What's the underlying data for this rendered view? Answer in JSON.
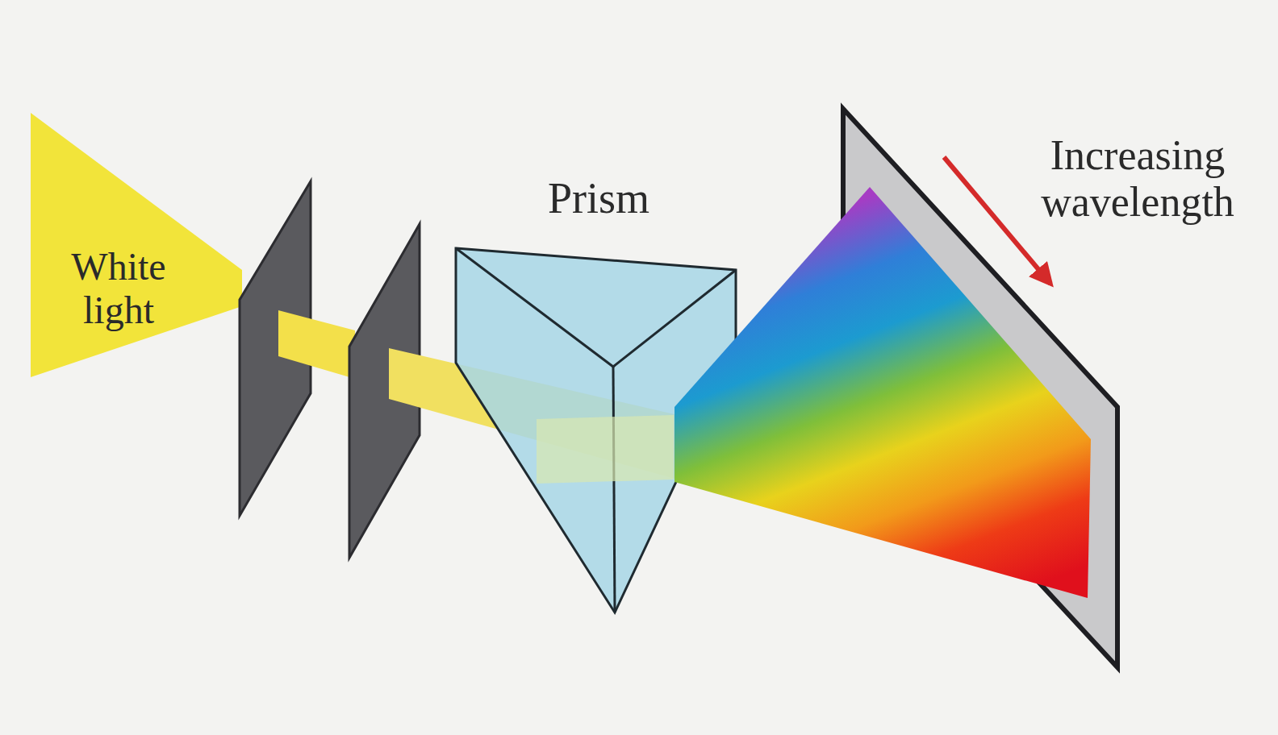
{
  "diagram": {
    "labels": [
      "White light",
      "Prism",
      "Increasing wavelength"
    ]
  }
}
